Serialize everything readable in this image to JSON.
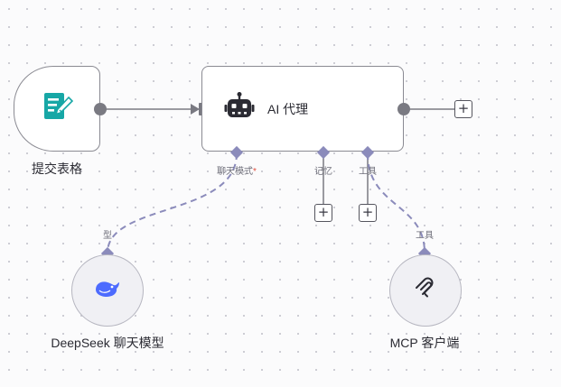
{
  "nodes": {
    "trigger": {
      "label": "提交表格",
      "icon": "form-icon"
    },
    "agent": {
      "title": "AI 代理",
      "icon": "robot-icon"
    },
    "chat_model": {
      "label": "DeepSeek 聊天模型",
      "icon": "deepseek-whale-icon",
      "port_label": "型"
    },
    "mcp_client": {
      "label": "MCP 客户端",
      "icon": "mcp-icon",
      "port_label": "工具"
    }
  },
  "agent_ports": {
    "chat_model": {
      "label": "聊天模式",
      "required_mark": "*"
    },
    "memory": {
      "label": "记忆"
    },
    "tools": {
      "label": "工具"
    }
  },
  "buttons": {
    "add_symbol": "+"
  },
  "colors": {
    "accent_teal": "#17a7a6",
    "port_purple": "#8b8bbb",
    "deepseek_blue": "#4d6bfe",
    "connector_gray": "#7a7a82"
  }
}
